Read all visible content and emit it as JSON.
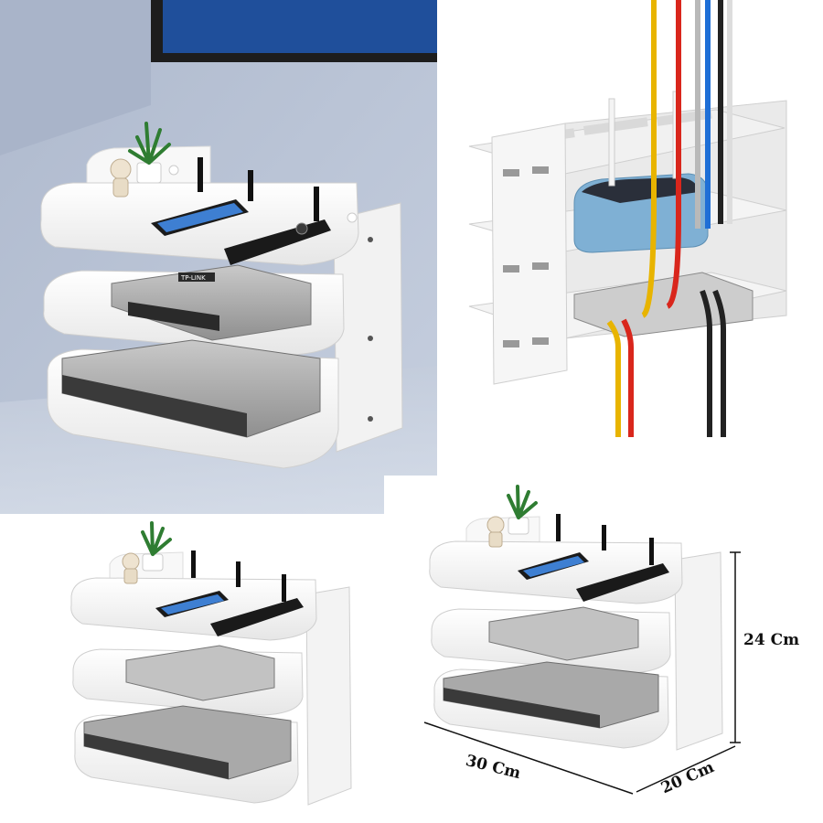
{
  "dimensions": {
    "height_label": "24 Cm",
    "width_label": "30 Cm",
    "depth_label": "20 Cm"
  },
  "device_brand": "TP-LINK",
  "colors": {
    "wall": "#b7c2d6",
    "shelf": "#f7f7f7",
    "cable_yellow": "#e8b400",
    "cable_red": "#d9261c",
    "cable_blue": "#1f6fd6",
    "cable_gray": "#b9b9b9",
    "cable_black": "#222222"
  }
}
